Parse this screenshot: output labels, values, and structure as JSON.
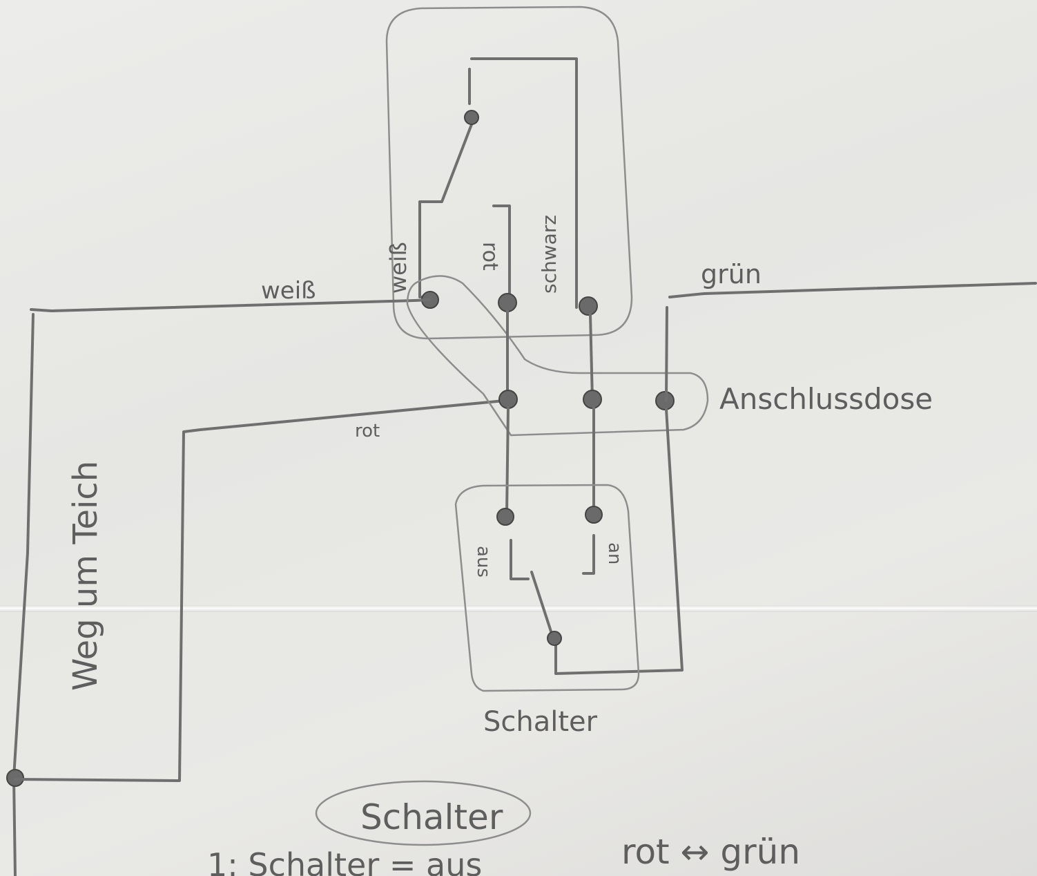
{
  "labels": {
    "weiss_top": "weiß",
    "weiss_vertical": "weiß",
    "rot_vertical": "rot",
    "schwarz_vertical": "schwarz",
    "gruen": "grün",
    "anschlussdose": "Anschlussdose",
    "rot_wire": "rot",
    "weg_um_teich": "Weg um Teich",
    "aus": "aus",
    "an": "an",
    "schalter_box": "Schalter",
    "schalter_circled": "Schalter",
    "note_left": "1: Schalter = aus",
    "note_right": "rot ↔ grün"
  },
  "colors": {
    "pencil": "#6f6f6f",
    "paper": "#e9e9e7"
  }
}
